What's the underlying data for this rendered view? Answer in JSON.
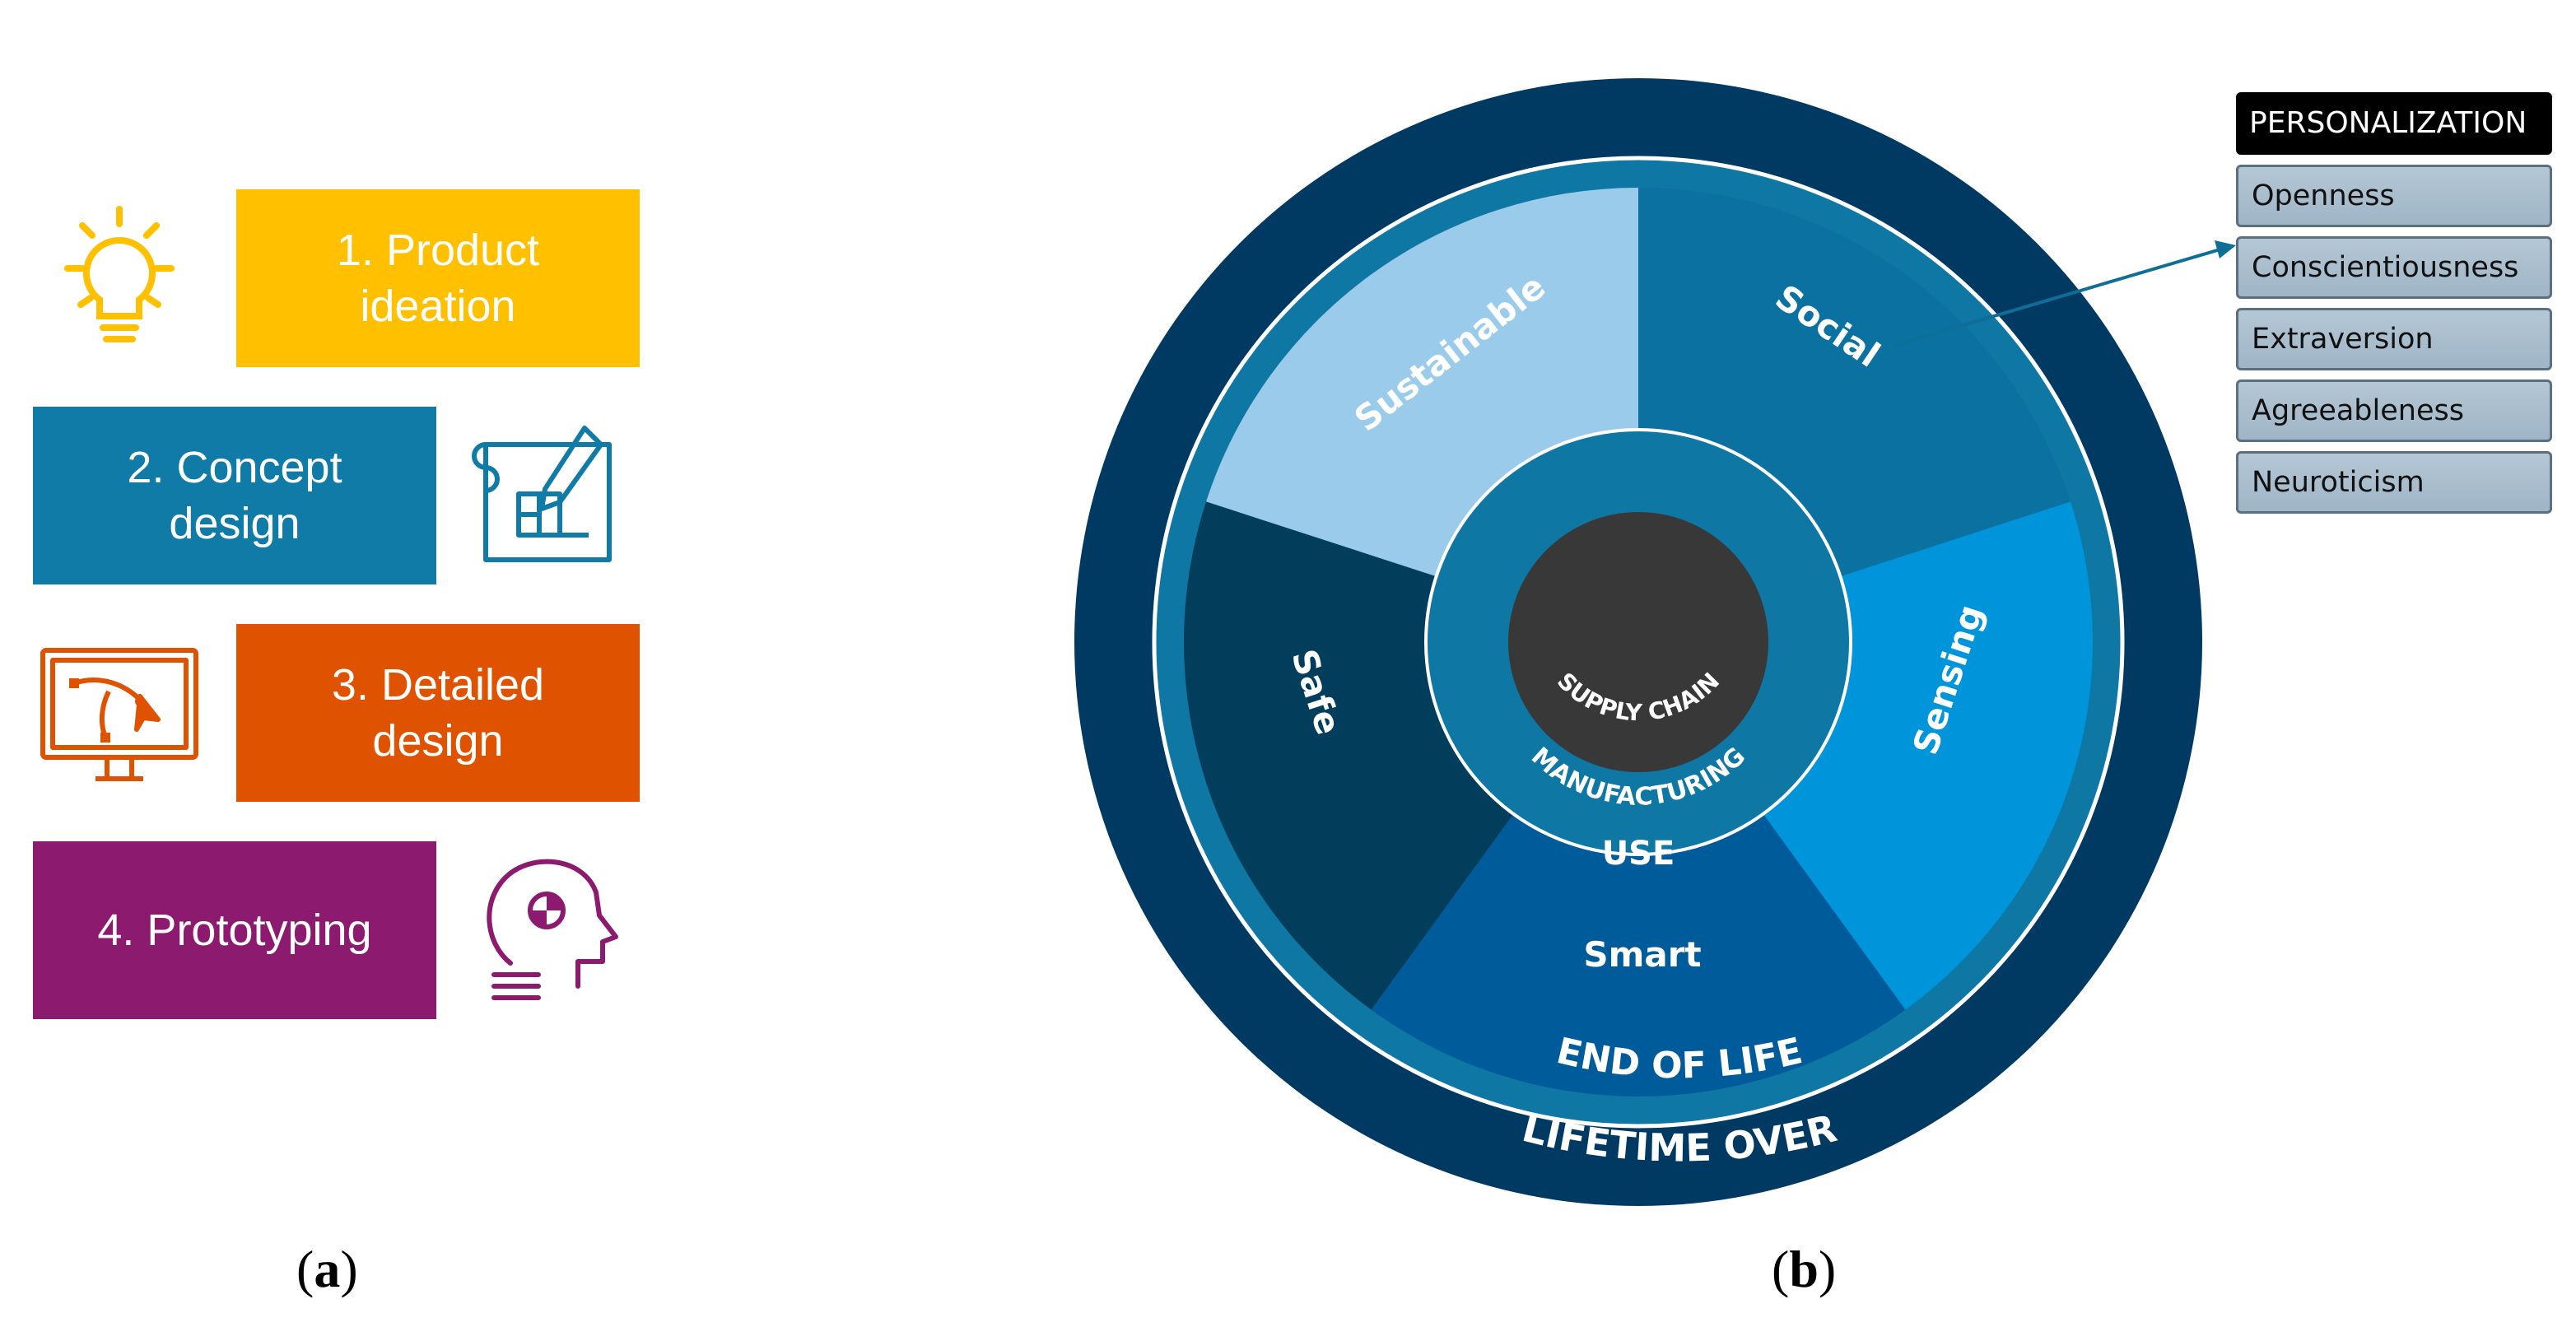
{
  "panel_a": {
    "steps": [
      {
        "label": "1. Product\nideation",
        "color": "#FFC000"
      },
      {
        "label": "2. Concept\ndesign",
        "color": "#0F7BA6"
      },
      {
        "label": "3. Detailed\ndesign",
        "color": "#DF5200"
      },
      {
        "label": "4. Prototyping",
        "color": "#8C1A6E"
      }
    ],
    "caption_open": "(",
    "caption_letter": "a",
    "caption_close": ")"
  },
  "panel_b": {
    "rings": {
      "outer": "LIFETIME OVER",
      "second": "END OF LIFE",
      "use": "USE",
      "inner": "MANUFACTURING",
      "core": "SUPPLY CHAIN"
    },
    "segments": [
      "Sustainable",
      "Social",
      "Sensing",
      "Smart",
      "Safe"
    ],
    "personalization": {
      "header": "PERSONALIZATION",
      "traits": [
        "Openness",
        "Conscientiousness",
        "Extraversion",
        "Agreeableness",
        "Neuroticism"
      ]
    },
    "colors": {
      "outer_ring": "#003A63",
      "ring": "#0E77A3",
      "sustainable": "#9ACBEA",
      "social": "#0A71A0",
      "sensing": "#0094DA",
      "smart": "#005B9A",
      "safe": "#023E5C",
      "core": "#383838"
    },
    "caption_open": "(",
    "caption_letter": "b",
    "caption_close": ")"
  }
}
